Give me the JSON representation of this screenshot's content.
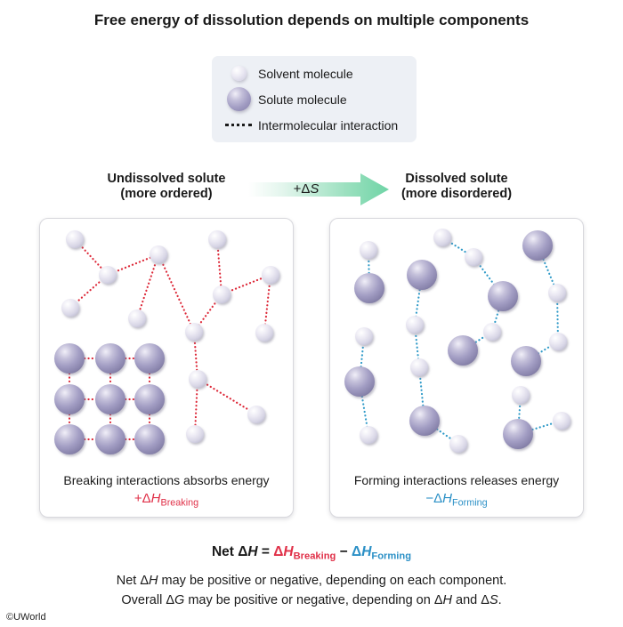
{
  "title": "Free energy of dissolution depends on multiple components",
  "copyright": "©UWorld",
  "colors": {
    "accent_red": "#e03048",
    "accent_blue": "#2b90c6",
    "arrow_green": "#74d4a6",
    "solute_fill": "#a39ec4",
    "solvent_fill": "#e6e5f0",
    "legend_bg": "#edf0f5",
    "red_link": "#dd2838",
    "blue_link": "#2f9ac8"
  },
  "legend": {
    "items": [
      {
        "icon": "solvent-molecule-icon",
        "label": "Solvent molecule"
      },
      {
        "icon": "solute-molecule-icon",
        "label": "Solute molecule"
      },
      {
        "icon": "intermolecular-interaction-icon",
        "label": "Intermolecular interaction"
      }
    ]
  },
  "states": {
    "left": {
      "line1": "Undissolved solute",
      "line2": "(more ordered)"
    },
    "right": {
      "line1": "Dissolved solute",
      "line2": "(more disordered)"
    }
  },
  "arrow": {
    "label_segments": [
      {
        "t": "+Δ",
        "c": ""
      },
      {
        "t": "S",
        "c": "i"
      }
    ]
  },
  "geometry": {
    "solvent_radius": 10,
    "solute_radius": 17,
    "link_width": 2.2,
    "link_dash": "0.1 4.2"
  },
  "panels": {
    "left": {
      "caption": "Breaking interactions absorbs energy",
      "formula_segments": [
        {
          "t": "+Δ",
          "c": "red"
        },
        {
          "t": "H",
          "c": "red i"
        },
        {
          "t": "Breaking",
          "c": "red sub"
        }
      ],
      "link_color": "#dd2838",
      "solvent": [
        [
          39,
          23
        ],
        [
          76,
          63
        ],
        [
          34,
          100
        ],
        [
          133,
          40
        ],
        [
          109,
          112
        ],
        [
          199,
          23
        ],
        [
          204,
          85
        ],
        [
          259,
          63
        ],
        [
          252,
          128
        ],
        [
          173,
          127
        ],
        [
          177,
          180
        ],
        [
          243,
          220
        ],
        [
          174,
          242
        ]
      ],
      "solute": [
        [
          33,
          157
        ],
        [
          79,
          157
        ],
        [
          123,
          157
        ],
        [
          33,
          203
        ],
        [
          79,
          203
        ],
        [
          123,
          203
        ],
        [
          33,
          248
        ],
        [
          79,
          248
        ],
        [
          123,
          248
        ]
      ],
      "links": [
        [
          39,
          23,
          76,
          63
        ],
        [
          76,
          63,
          34,
          100
        ],
        [
          76,
          63,
          133,
          40
        ],
        [
          133,
          40,
          109,
          112
        ],
        [
          133,
          40,
          173,
          127
        ],
        [
          199,
          23,
          204,
          85
        ],
        [
          204,
          85,
          259,
          63
        ],
        [
          204,
          85,
          173,
          127
        ],
        [
          259,
          63,
          252,
          128
        ],
        [
          173,
          127,
          177,
          180
        ],
        [
          177,
          180,
          243,
          220
        ],
        [
          177,
          180,
          174,
          242
        ],
        [
          33,
          157,
          79,
          157
        ],
        [
          79,
          157,
          123,
          157
        ],
        [
          33,
          203,
          79,
          203
        ],
        [
          79,
          203,
          123,
          203
        ],
        [
          33,
          248,
          79,
          248
        ],
        [
          79,
          248,
          123,
          248
        ],
        [
          33,
          157,
          33,
          203
        ],
        [
          33,
          203,
          33,
          248
        ],
        [
          79,
          157,
          79,
          203
        ],
        [
          79,
          203,
          79,
          248
        ],
        [
          123,
          157,
          123,
          203
        ],
        [
          123,
          203,
          123,
          248
        ]
      ]
    },
    "right": {
      "caption": "Forming interactions releases energy",
      "formula_segments": [
        {
          "t": "−Δ",
          "c": "blue"
        },
        {
          "t": "H",
          "c": "blue i"
        },
        {
          "t": "Forming",
          "c": "blue sub"
        }
      ],
      "link_color": "#2f9ac8",
      "solvent": [
        [
          43,
          35
        ],
        [
          126,
          21
        ],
        [
          161,
          43
        ],
        [
          95,
          119
        ],
        [
          182,
          127
        ],
        [
          38,
          132
        ],
        [
          100,
          167
        ],
        [
          255,
          83
        ],
        [
          256,
          138
        ],
        [
          43,
          243
        ],
        [
          144,
          253
        ],
        [
          214,
          198
        ],
        [
          260,
          227
        ]
      ],
      "solute": [
        [
          44,
          78
        ],
        [
          103,
          63
        ],
        [
          194,
          87
        ],
        [
          233,
          30
        ],
        [
          149,
          148
        ],
        [
          220,
          160
        ],
        [
          33,
          183
        ],
        [
          106,
          227
        ],
        [
          211,
          242
        ]
      ],
      "links": [
        [
          43,
          35,
          44,
          78
        ],
        [
          103,
          63,
          95,
          119
        ],
        [
          95,
          119,
          100,
          167
        ],
        [
          100,
          167,
          106,
          227
        ],
        [
          106,
          227,
          144,
          253
        ],
        [
          126,
          21,
          161,
          43
        ],
        [
          161,
          43,
          194,
          87
        ],
        [
          194,
          87,
          182,
          127
        ],
        [
          182,
          127,
          149,
          148
        ],
        [
          233,
          30,
          255,
          83
        ],
        [
          255,
          83,
          256,
          138
        ],
        [
          256,
          138,
          220,
          160
        ],
        [
          38,
          132,
          33,
          183
        ],
        [
          33,
          183,
          43,
          243
        ],
        [
          214,
          198,
          211,
          242
        ],
        [
          211,
          242,
          260,
          227
        ]
      ]
    }
  },
  "equation": {
    "segments": [
      {
        "t": "Net Δ",
        "c": "b"
      },
      {
        "t": "H",
        "c": "b i"
      },
      {
        "t": " = ",
        "c": "b"
      },
      {
        "t": "Δ",
        "c": "b red"
      },
      {
        "t": "H",
        "c": "b i red"
      },
      {
        "t": "Breaking",
        "c": "b red sub"
      },
      {
        "t": " − ",
        "c": "b"
      },
      {
        "t": "Δ",
        "c": "b blue"
      },
      {
        "t": "H",
        "c": "b i blue"
      },
      {
        "t": "Forming",
        "c": "b blue sub"
      }
    ]
  },
  "footnotes": [
    {
      "segments": [
        {
          "t": "Net Δ",
          "c": ""
        },
        {
          "t": "H",
          "c": "i"
        },
        {
          "t": " may be positive or negative, depending on each component.",
          "c": ""
        }
      ]
    },
    {
      "segments": [
        {
          "t": "Overall Δ",
          "c": ""
        },
        {
          "t": "G",
          "c": "i"
        },
        {
          "t": " may be positive or negative, depending on Δ",
          "c": ""
        },
        {
          "t": "H",
          "c": "i"
        },
        {
          "t": " and Δ",
          "c": ""
        },
        {
          "t": "S",
          "c": "i"
        },
        {
          "t": ".",
          "c": ""
        }
      ]
    }
  ]
}
